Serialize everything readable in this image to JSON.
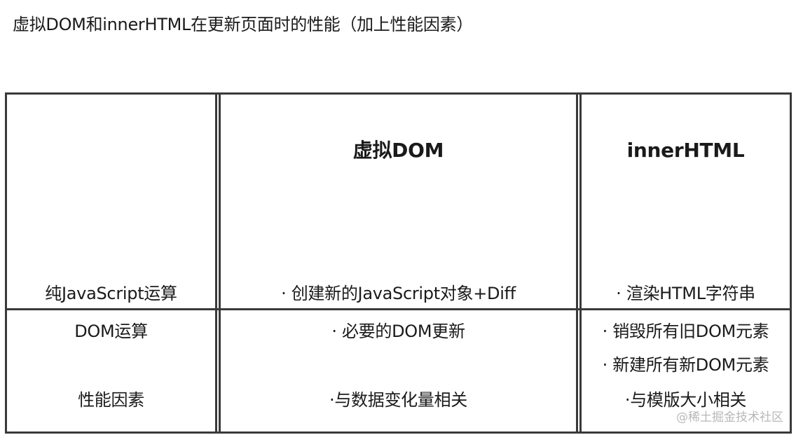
{
  "title": "虚拟DOM和innerHTML在更新页面时的性能（加上性能因素）",
  "table": {
    "headers": {
      "col1": "",
      "col2": "虚拟DOM",
      "col3": "innerHTML"
    },
    "rows": [
      {
        "label": "纯JavaScript运算",
        "vdom": "· 创建新的JavaScript对象+Diff",
        "inner": "· 渲染HTML字符串"
      },
      {
        "label": "DOM运算",
        "vdom": "· 必要的DOM更新",
        "inner": [
          "· 销毁所有旧DOM元素",
          "·  新建所有新DOM元素"
        ]
      },
      {
        "label": "性能因素",
        "vdom": "·与数据变化量相关",
        "inner": "·与模版大小相关"
      }
    ]
  },
  "watermark": "@稀土掘金技术社区"
}
